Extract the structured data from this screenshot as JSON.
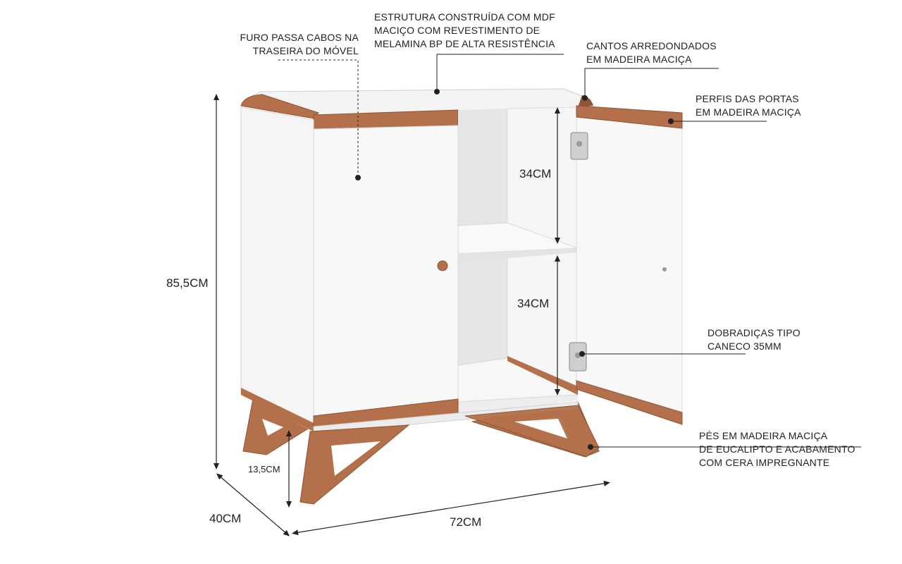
{
  "colors": {
    "wood": "#b3704a",
    "wood_dark": "#8f5535",
    "white_panel": "#f7f7f7",
    "interior": "#ececec",
    "line": "#222222"
  },
  "annotations": {
    "structure": [
      "ESTRUTURA CONSTRUÍDA COM MDF",
      "MACIÇO COM REVESTIMENTO DE",
      "MELAMINA BP DE ALTA RESISTÊNCIA"
    ],
    "cable_hole": [
      "FURO PASSA CABOS NA",
      "TRASEIRA DO MÓVEL"
    ],
    "rounded_corners": [
      "CANTOS ARREDONDADOS",
      "EM MADEIRA MACIÇA"
    ],
    "door_profiles": [
      "PERFIS DAS PORTAS",
      "EM MADEIRA MACIÇA"
    ],
    "hinges": [
      "DOBRADIÇAS TIPO",
      "CANECO 35MM"
    ],
    "feet": [
      "PÉS EM MADEIRA MACIÇA",
      "DE EUCALIPTO E ACABAMENTO",
      "COM CERA IMPREGNANTE"
    ]
  },
  "dimensions": {
    "height": "85,5CM",
    "shelf_upper": "34CM",
    "shelf_lower": "34CM",
    "leg_height": "13,5CM",
    "depth": "40CM",
    "width": "72CM"
  }
}
